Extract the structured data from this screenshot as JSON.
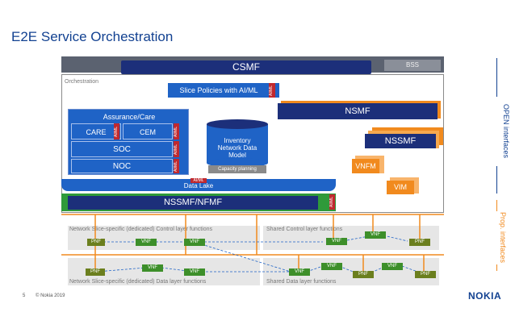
{
  "title": "E2E Service Orchestration",
  "csmf": "CSMF",
  "bss": "BSS",
  "orchestration_label": "Orchestration",
  "slice_policies": "Slice Policies with AI/ML",
  "aiml": "AI/ML",
  "nsmf": "NSMF",
  "nssmf": "NSSMF",
  "vnfm": "VNFM",
  "vim": "VIM",
  "assurance": "Assurance/Care",
  "care": "CARE",
  "cem": "CEM",
  "soc": "SOC",
  "noc": "NOC",
  "inventory": "Inventory Network Data Model",
  "capacity": "Capacity planning",
  "datalake": "Data Lake",
  "nssmf_nfmf": "NSSMF/NFMF",
  "open_interfaces": "OPEN interfaces",
  "prop_interfaces": "Prop. interfaces",
  "ns_control": "Network Slice-specific (dedicated) Control layer functions",
  "shared_control": "Shared Control layer functions",
  "ns_data": "Network Slice-specific (dedicated) Data layer functions",
  "shared_data": "Shared Data layer functions",
  "pnf": "PNF",
  "vnf": "VNF",
  "page_number": "5",
  "copyright": "© Nokia 2019",
  "logo": "NOKIA",
  "colors": {
    "navy": "#1c2f7a",
    "blue": "#1f63c6",
    "orange": "#f18a1e",
    "red": "#c0292f",
    "green": "#3d8f2a",
    "olive": "#6b7f1e",
    "brand": "#124191"
  }
}
